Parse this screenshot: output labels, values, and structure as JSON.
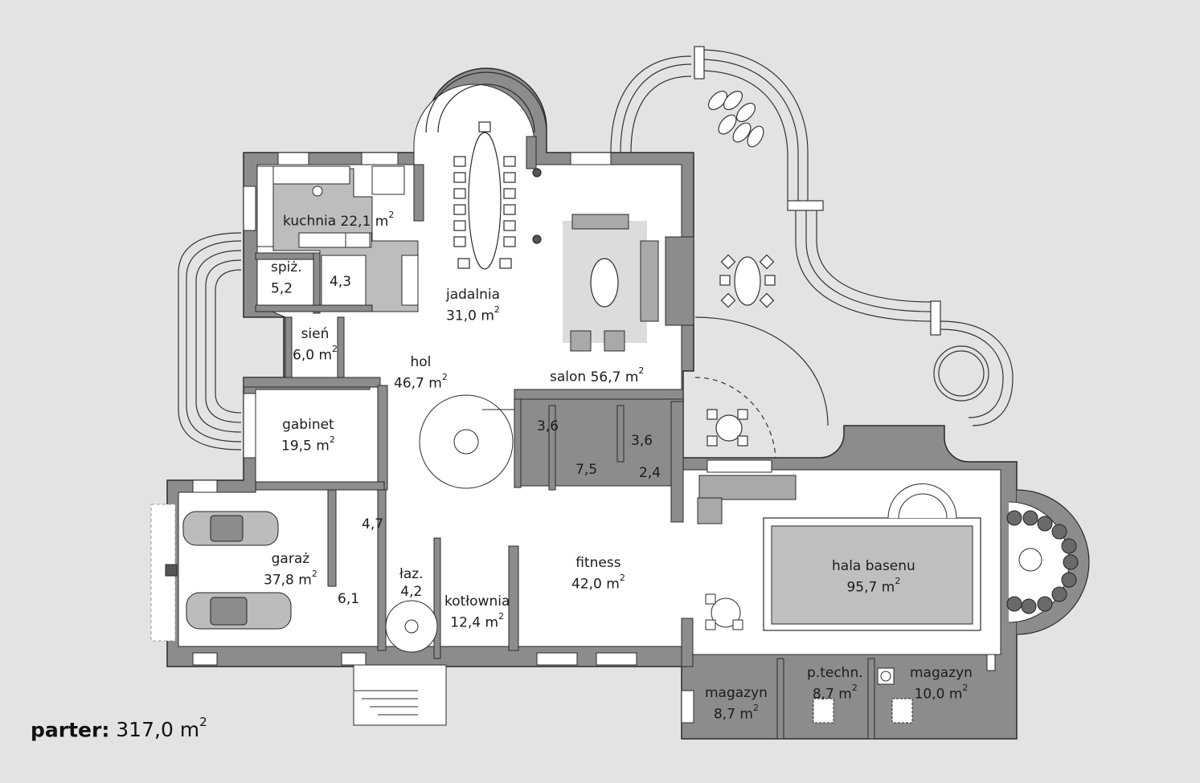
{
  "footer": {
    "label": "parter:",
    "value": "317,0 m",
    "unit_exp": "2"
  },
  "rooms": {
    "kuchnia": {
      "name": "kuchnia",
      "area": "22,1 m",
      "exp": "2"
    },
    "spiz": {
      "name": "spiż.",
      "area": "5,2",
      "exp": ""
    },
    "spiz2": {
      "name": "",
      "area": "4,3",
      "exp": ""
    },
    "jadalnia": {
      "name": "jadalnia",
      "area": "31,0 m",
      "exp": "2"
    },
    "sien": {
      "name": "sień",
      "area": "6,0 m",
      "exp": "2"
    },
    "hol": {
      "name": "hol",
      "area": "46,7 m",
      "exp": "2"
    },
    "salon": {
      "name": "salon",
      "area": "56,7 m",
      "exp": "2"
    },
    "gabinet": {
      "name": "gabinet",
      "area": "19,5 m",
      "exp": "2"
    },
    "r36a": {
      "name": "",
      "area": "3,6",
      "exp": ""
    },
    "r36b": {
      "name": "",
      "area": "3,6",
      "exp": ""
    },
    "r75": {
      "name": "",
      "area": "7,5",
      "exp": ""
    },
    "r24": {
      "name": "",
      "area": "2,4",
      "exp": ""
    },
    "r47": {
      "name": "",
      "area": "4,7",
      "exp": ""
    },
    "garaz": {
      "name": "garaż",
      "area": "37,8 m",
      "exp": "2"
    },
    "r61": {
      "name": "",
      "area": "6,1",
      "exp": ""
    },
    "laz": {
      "name": "łaz.",
      "area": "4,2",
      "exp": ""
    },
    "kotlownia": {
      "name": "kotłownia",
      "area": "12,4 m",
      "exp": "2"
    },
    "fitness": {
      "name": "fitness",
      "area": "42,0 m",
      "exp": "2"
    },
    "basen": {
      "name": "hala basenu",
      "area": "95,7 m",
      "exp": "2"
    },
    "magazyn1": {
      "name": "magazyn",
      "area": "8,7 m",
      "exp": "2"
    },
    "ptechn": {
      "name": "p.techn.",
      "area": "8,7 m",
      "exp": "2"
    },
    "magazyn2": {
      "name": "magazyn",
      "area": "10,0 m",
      "exp": "2"
    }
  },
  "colors": {
    "background": "#e3e3e3",
    "wall": "#8c8c8c",
    "wall_outline": "#2a2a2a",
    "floor": "#ffffff",
    "kitchen_floor": "#bdbdbd",
    "furniture": "#a9a9a9",
    "pool": "#bfbfbf"
  }
}
